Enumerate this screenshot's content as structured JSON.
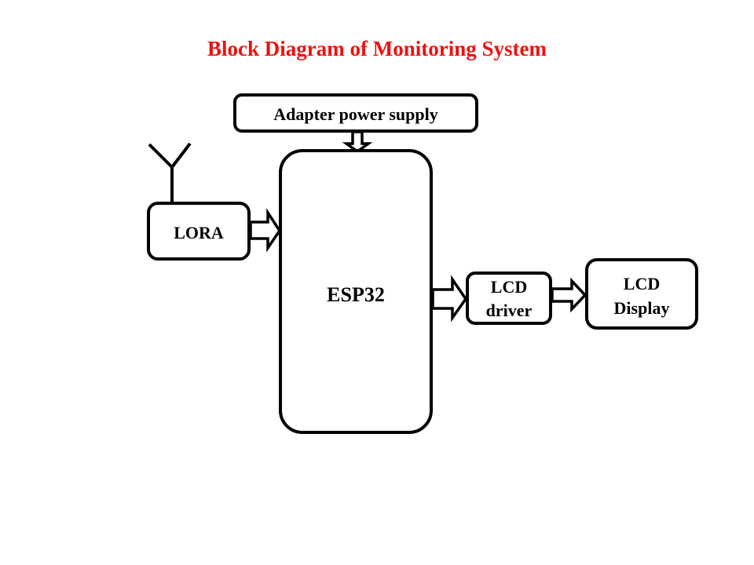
{
  "title": "Block Diagram of Monitoring System",
  "colors": {
    "title": "#ee1111",
    "stroke": "#000000",
    "background": "#ffffff"
  },
  "blocks": {
    "power": {
      "label": "Adapter power supply"
    },
    "lora": {
      "label": "LORA"
    },
    "esp32": {
      "label": "ESP32"
    },
    "lcd_driver": {
      "line1": "LCD",
      "line2": "driver"
    },
    "lcd_display": {
      "line1": "LCD",
      "line2": "Display"
    }
  },
  "connections": [
    {
      "from": "Adapter power supply",
      "to": "ESP32"
    },
    {
      "from": "LORA",
      "to": "ESP32"
    },
    {
      "from": "ESP32",
      "to": "LCD driver"
    },
    {
      "from": "LCD driver",
      "to": "LCD Display"
    }
  ],
  "icons": {
    "antenna": "antenna-icon"
  }
}
